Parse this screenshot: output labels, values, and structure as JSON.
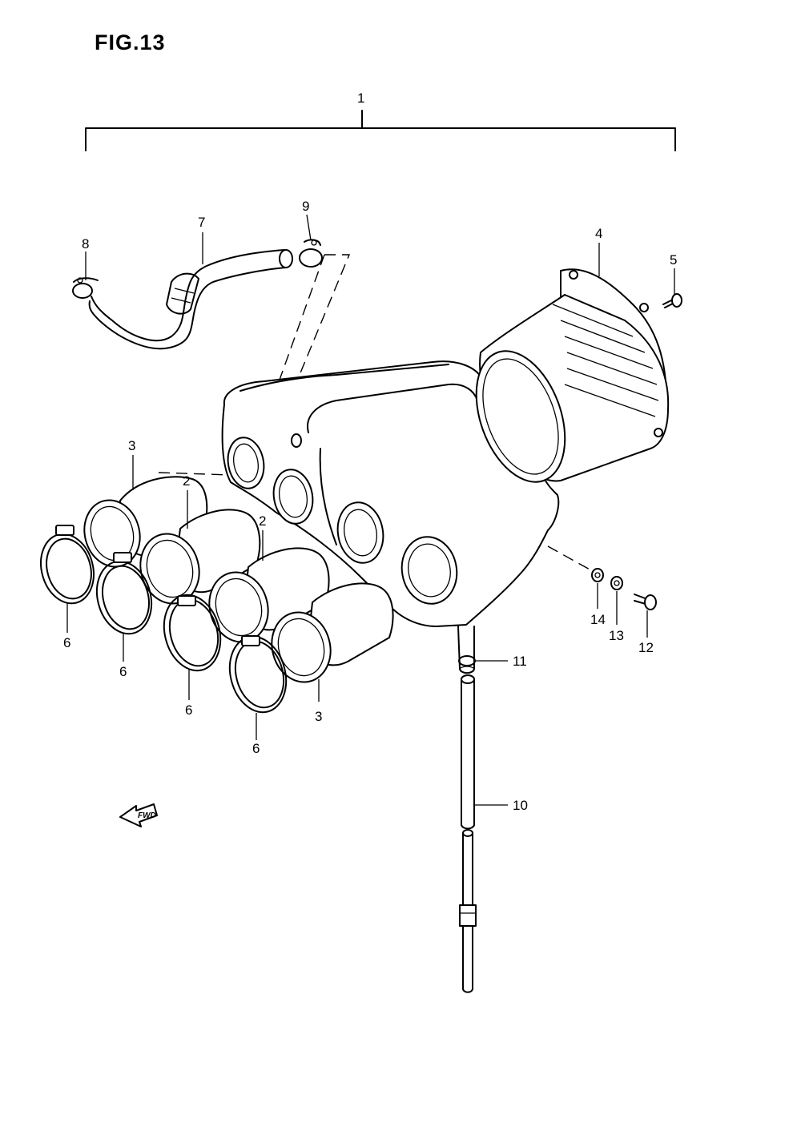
{
  "figure": {
    "title": "FIG.13",
    "fwd_label": "FWD"
  },
  "callouts": [
    {
      "id": "c1",
      "label": "1"
    },
    {
      "id": "c2a",
      "label": "2"
    },
    {
      "id": "c2b",
      "label": "2"
    },
    {
      "id": "c3a",
      "label": "3"
    },
    {
      "id": "c3b",
      "label": "3"
    },
    {
      "id": "c4",
      "label": "4"
    },
    {
      "id": "c5",
      "label": "5"
    },
    {
      "id": "c6a",
      "label": "6"
    },
    {
      "id": "c6b",
      "label": "6"
    },
    {
      "id": "c6c",
      "label": "6"
    },
    {
      "id": "c6d",
      "label": "6"
    },
    {
      "id": "c7",
      "label": "7"
    },
    {
      "id": "c8",
      "label": "8"
    },
    {
      "id": "c9",
      "label": "9"
    },
    {
      "id": "c10",
      "label": "10"
    },
    {
      "id": "c11",
      "label": "11"
    },
    {
      "id": "c12",
      "label": "12"
    },
    {
      "id": "c13",
      "label": "13"
    },
    {
      "id": "c14",
      "label": "14"
    }
  ]
}
